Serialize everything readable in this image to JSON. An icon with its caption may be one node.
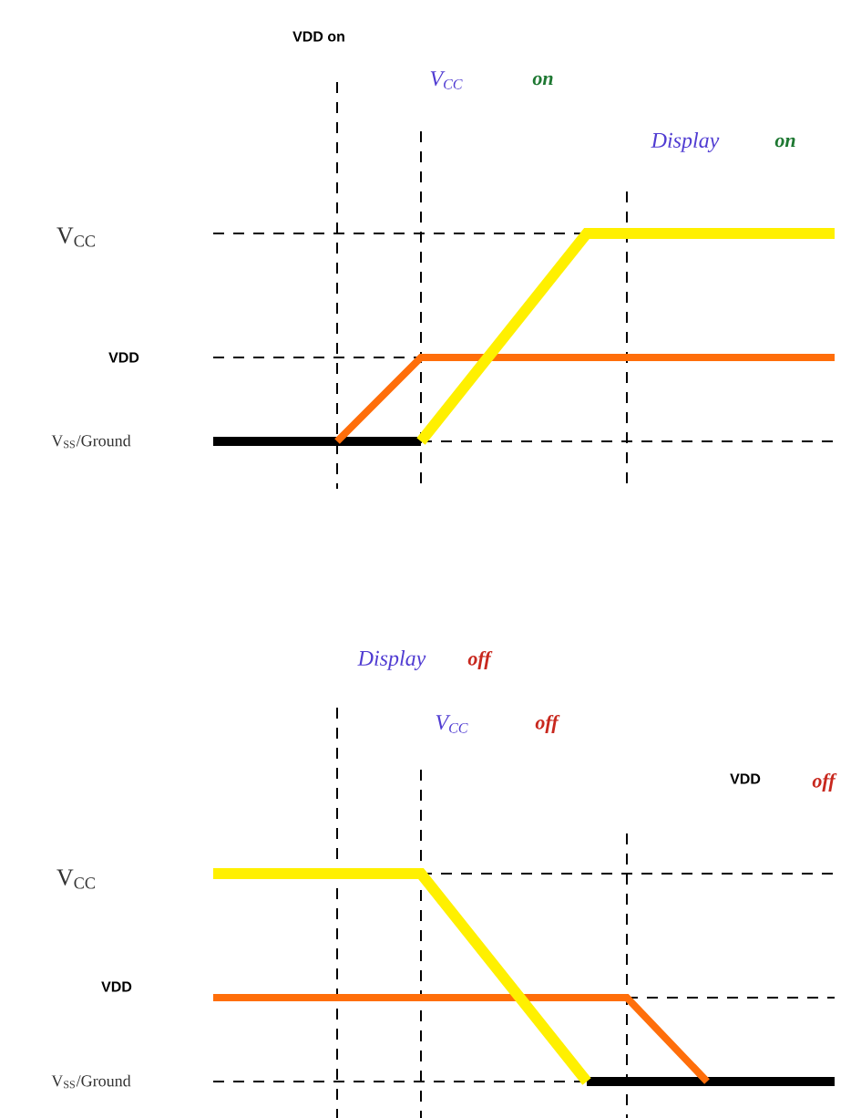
{
  "diagram": {
    "labels": [
      "VDD  on",
      "V$_{CC}$",
      "on",
      "Display",
      "on",
      "V$_{CC}$",
      "VDD",
      "V$_{SS}$/Ground",
      "Display",
      "off",
      "V$_{CC}$",
      "off",
      "VDD",
      "off",
      "V$_{CC}$",
      "VDD",
      "V$_{SS}$/Ground"
    ]
  }
}
